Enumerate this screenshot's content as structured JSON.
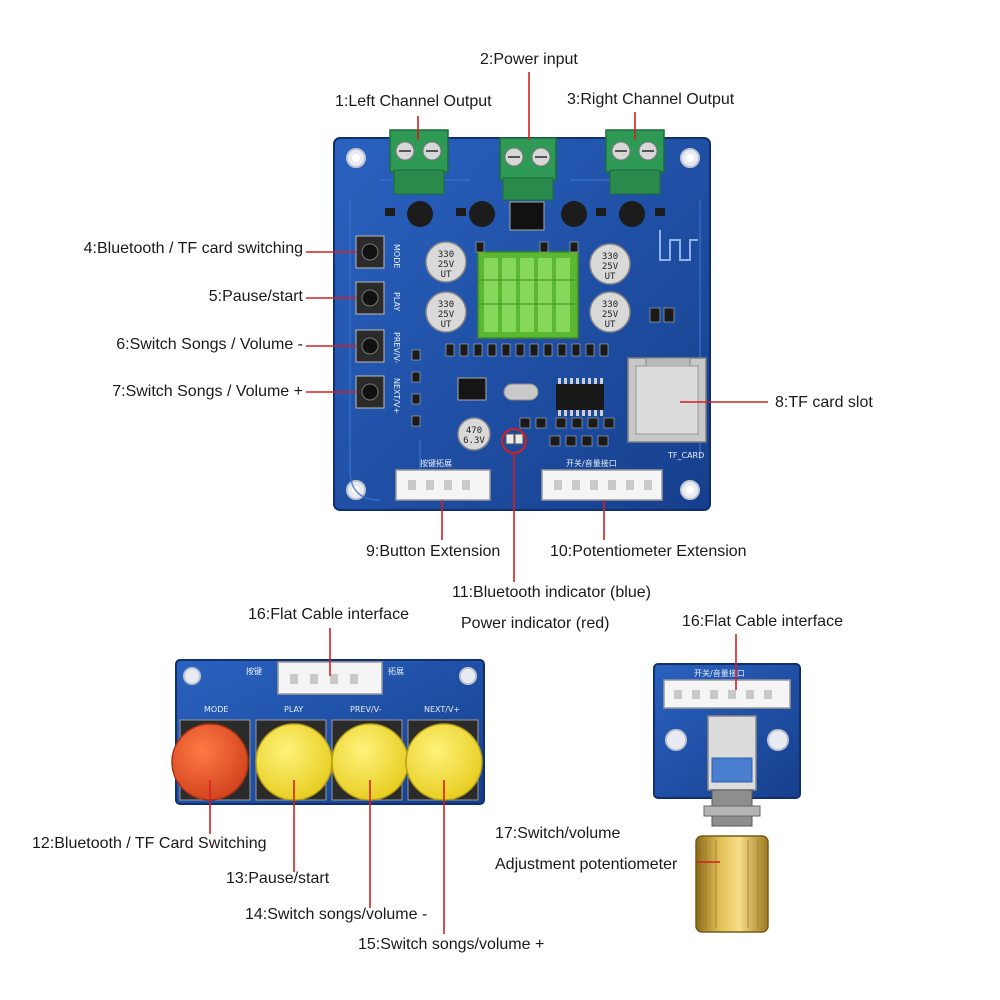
{
  "callouts": {
    "c1": "1:Left Channel Output",
    "c2": "2:Power input",
    "c3": "3:Right Channel Output",
    "c4": "4:Bluetooth / TF card switching",
    "c5": "5:Pause/start",
    "c6": "6:Switch Songs / Volume -",
    "c7": "7:Switch Songs / Volume +",
    "c8": "8:TF card slot",
    "c9": "9:Button Extension",
    "c10": "10:Potentiometer Extension",
    "c11a": "11:Bluetooth indicator (blue)",
    "c11b": "Power indicator (red)",
    "c12": "12:Bluetooth / TF Card Switching",
    "c13": "13:Pause/start",
    "c14": "14:Switch songs/volume -",
    "c15": "15:Switch songs/volume +",
    "c16a": "16:Flat Cable interface",
    "c16b": "16:Flat Cable interface",
    "c17a": "17:Switch/volume",
    "c17b": "Adjustment potentiometer"
  },
  "board_silkscreen": {
    "mode": "MODE",
    "play": "PLAY",
    "prev": "PREV/V-",
    "next": "NEXT/V+",
    "tf_card": "TF_CARD",
    "button_ext": "按键拓展",
    "pot_ext": "开关/音量接口",
    "cap_a": "330",
    "cap_b": "25V",
    "cap_c": "UT",
    "cap_small_a": "470",
    "cap_small_b": "6.3V"
  },
  "button_board_silkscreen": {
    "left": "按键",
    "right": "拓展",
    "mode": "MODE",
    "play": "PLAY",
    "prev": "PREV/V-",
    "next": "NEXT/V+"
  },
  "pot_board_silkscreen": {
    "title": "开关/音量接口"
  },
  "colors": {
    "pcb": "#1d4fa8",
    "terminal": "#2e9a55",
    "heatsink": "#6cc63a",
    "mode_button": "#e8522a",
    "play_button": "#f3df2c",
    "brass": "#c9a23a",
    "leader": "#d42020"
  }
}
